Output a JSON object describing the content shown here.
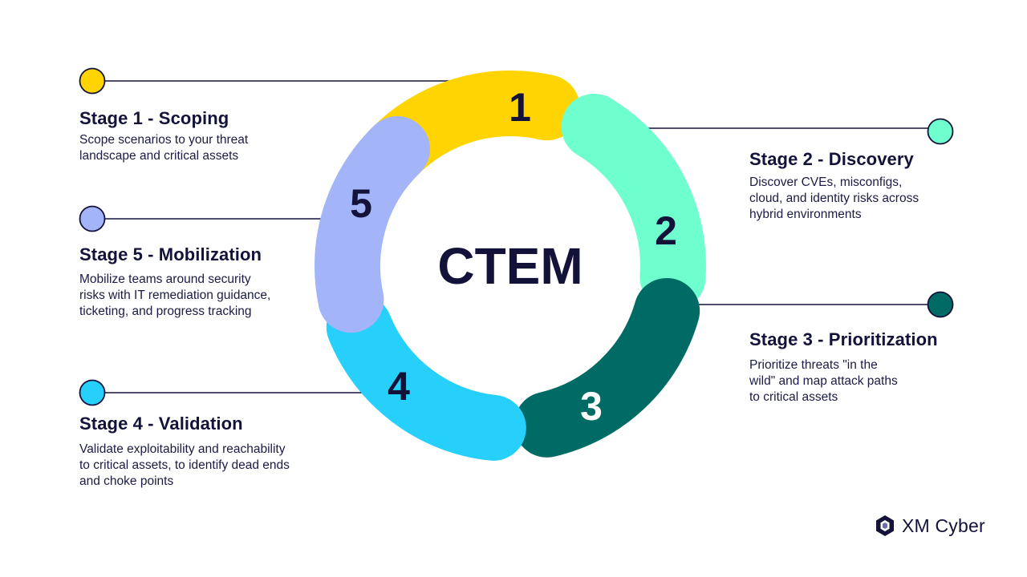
{
  "center_label": "CTEM",
  "stages": [
    {
      "number": "1",
      "title": "Stage 1 - Scoping",
      "description": "Scope scenarios to your threat\nlandscape and critical assets",
      "color": "#FFD400"
    },
    {
      "number": "2",
      "title": "Stage 2 - Discovery",
      "description": "Discover CVEs, misconfigs,\ncloud, and identity risks across\nhybrid environments",
      "color": "#6FFFCF"
    },
    {
      "number": "3",
      "title": "Stage 3 - Prioritization",
      "description": "Prioritize threats \"in the\nwild\" and map attack paths\nto critical assets",
      "color": "#006B64"
    },
    {
      "number": "4",
      "title": "Stage 4 - Validation",
      "description": "Validate exploitability and reachability\nto critical assets, to identify dead ends\nand choke points",
      "color": "#26D0FB"
    },
    {
      "number": "5",
      "title": "Stage 5 - Mobilization",
      "description": "Mobilize teams around security\nrisks with IT remediation guidance,\nticketing, and progress tracking",
      "color": "#A3B5F8"
    }
  ],
  "logo": {
    "text": "XM Cyber",
    "icon": "xm-cyber-logo-icon"
  },
  "colors": {
    "text": "#13133A",
    "connector": "#13133A"
  }
}
